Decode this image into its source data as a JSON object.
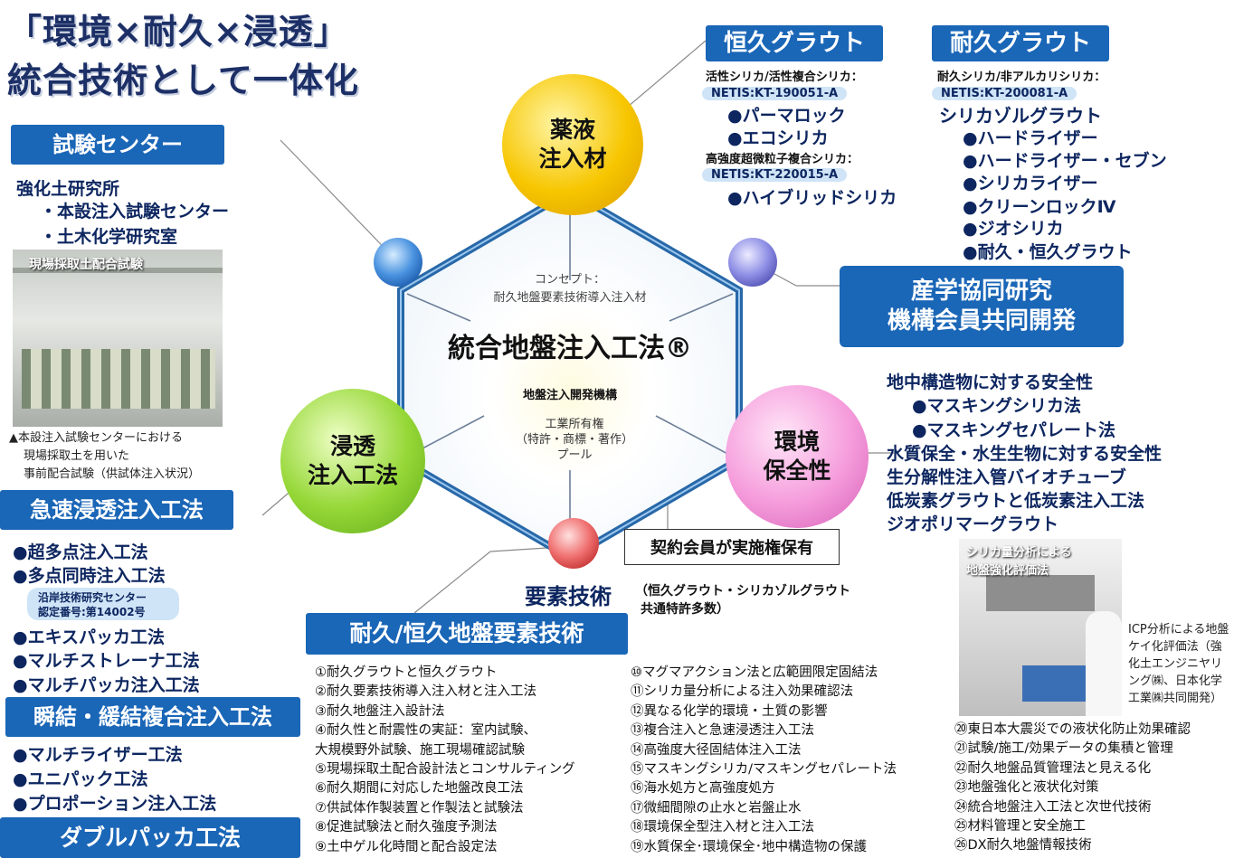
{
  "title": {
    "line1": "「環境×耐久×浸透」",
    "line2": "統合技術として一体化"
  },
  "center": {
    "concept1": "コンセプト：",
    "concept2": "耐久地盤要素技術導入注入材",
    "name": "統合地盤注入工法®",
    "org": "地盤注入開発機構",
    "ip1": "工業所有権",
    "ip2": "（特許・商標・著作）",
    "ip3": "プール"
  },
  "nodes": {
    "top": {
      "line1": "薬液",
      "line2": "注入材"
    },
    "left": {
      "line1": "浸透",
      "line2": "注入工法"
    },
    "right": {
      "line1": "環境",
      "line2": "保全性"
    }
  },
  "contract": "契約会員が実施権保有",
  "element": {
    "label": "要素技術",
    "note1": "（恒久グラウト・シリカゾルグラウト",
    "note2": "共通特許多数）"
  },
  "kyu": {
    "header": "恒久グラウト",
    "sub1": "活性シリカ/活性複合シリカ：",
    "netis1": "NETIS:KT-190051-A",
    "items1": [
      "●パーマロック",
      "●エコシリカ"
    ],
    "sub2": "高強度超微粒子複合シリカ：",
    "netis2": "NETIS:KT-220015-A",
    "items2": [
      "●ハイブリッドシリカ"
    ]
  },
  "tai": {
    "header": "耐久グラウト",
    "sub": "耐久シリカ/非アルカリシリカ：",
    "netis": "NETIS:KT-200081-A",
    "main": "シリカゾルグラウト",
    "items": [
      "●ハードライザー",
      "●ハードライザー・セブン",
      "●シリカライザー",
      "●クリーンロックⅣ",
      "●ジオシリカ",
      "●耐久・恒久グラウト"
    ]
  },
  "sangaku": {
    "line1": "産学協同研究",
    "line2": "機構会員共同開発"
  },
  "safety": {
    "l1": "地中構造物に対する安全性",
    "l2": "●マスキングシリカ法",
    "l3": "●マスキングセパレート法",
    "l4": "水質保全・水生生物に対する安全性",
    "l5": "生分解性注入管バイオチューブ",
    "l6": "低炭素グラウトと低炭素注入工法",
    "l7": "ジオポリマーグラウト"
  },
  "photo2": {
    "overlay1": "シリカ量分析による",
    "overlay2": "地盤強化評価法"
  },
  "icp": {
    "l1": "ICP分析による地盤",
    "l2": "ケイ化評価法（強",
    "l3": "化土エンジニヤリ",
    "l4": "ング㈱、日本化学",
    "l5": "工業㈱共同開発）"
  },
  "test": {
    "header": "試験センター",
    "l1": "強化土研究所",
    "l2": "・本設注入試験センター",
    "l3": "・土木化学研究室",
    "overlay": "現場採取土配合試験",
    "cap1": "▲本設注入試験センターにおける",
    "cap2": "現場採取土を用いた",
    "cap3": "事前配合試験（供試体注入状況）"
  },
  "rapid": {
    "header": "急速浸透注入工法",
    "items1": [
      "●超多点注入工法",
      "●多点同時注入工法"
    ],
    "cert1": "沿岸技術研究センター",
    "cert2": "認定番号:第14002号",
    "items2": [
      "●エキスパッカ工法",
      "●マルチストレーナ工法",
      "●マルチパッカ注入工法"
    ]
  },
  "shun": {
    "header": "瞬結・緩結複合注入工法",
    "items": [
      "●マルチライザー工法",
      "●ユニパック工法",
      "●プロポーション注入工法"
    ]
  },
  "double": {
    "header": "ダブルパッカ工法"
  },
  "durable": {
    "header": "耐久/恒久地盤要素技術",
    "col1": [
      "①耐久グラウトと恒久グラウト",
      "②耐久要素技術導入注入材と注入工法",
      "③耐久地盤注入設計法",
      "④耐久性と耐震性の実証：室内試験、",
      "大規模野外試験、施工現場確認試験",
      "⑤現場採取土配合設計法とコンサルティング",
      "⑥耐久期間に対応した地盤改良工法",
      "⑦供試体作製装置と作製法と試験法",
      "⑧促進試験法と耐久強度予測法",
      "⑨土中ゲル化時間と配合設定法"
    ],
    "col2": [
      "⑩マグマアクション法と広範囲限定固結法",
      "⑪シリカ量分析による注入効果確認法",
      "⑫異なる化学的環境・土質の影響",
      "⑬複合注入と急速浸透注入工法",
      "⑭高強度大径固結体注入工法",
      "⑮マスキングシリカ/マスキングセパレート法",
      "⑯海水処方と高強度処方",
      "⑰微細間隙の止水と岩盤止水",
      "⑱環境保全型注入材と注入工法",
      "⑲水質保全･環境保全･地中構造物の保護"
    ],
    "col3": [
      "⑳東日本大震災での液状化防止効果確認",
      "㉑試験/施工/効果データの集積と管理",
      "㉒耐久地盤品質管理法と見える化",
      "㉓地盤強化と液状化対策",
      "㉔統合地盤注入工法と次世代技術",
      "㉕材料管理と安全施工",
      "㉖DX耐久地盤情報技術"
    ]
  },
  "colors": {
    "blue": "#1a66b7",
    "navy": "#0d2660",
    "yellow": "#f5b800",
    "green": "#8fd12e",
    "pink": "#f58fd5",
    "pill": "#cfe4f7"
  }
}
